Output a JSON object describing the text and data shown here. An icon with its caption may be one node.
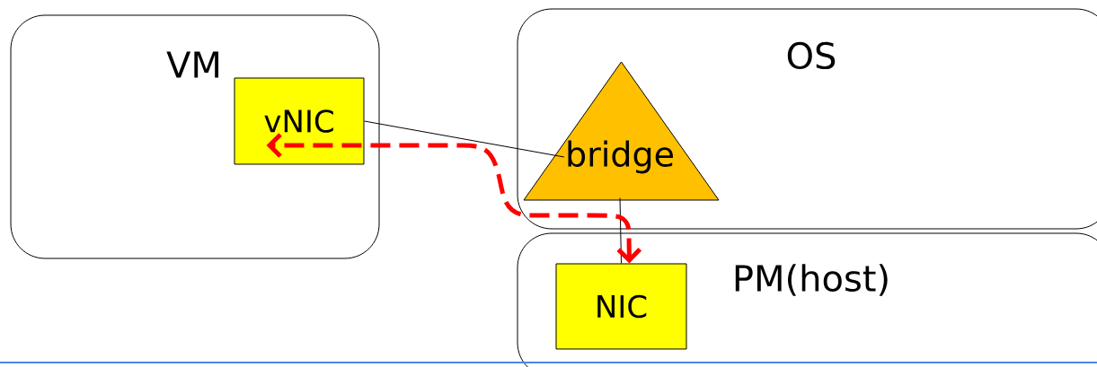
{
  "diagram": {
    "nodes": [
      {
        "text": [
          "VM"
        ]
      },
      {
        "text": [
          "vNIC"
        ],
        "in": 0
      },
      {
        "text": [
          "OS"
        ]
      },
      {
        "text": [
          "bridge"
        ],
        "in": 2
      },
      {
        "text": [
          "PM(host)"
        ]
      },
      {
        "text": [
          "NIC"
        ],
        "in": 4
      }
    ],
    "edges": [
      {
        "from": 1,
        "to": 3,
        "arrow": "none"
      },
      {
        "from": 3,
        "to": 5,
        "arrow": "none"
      },
      {
        "from": 5,
        "to": 1,
        "arrow": "both",
        "style": "dashed",
        "color": "#ff0000"
      }
    ]
  }
}
